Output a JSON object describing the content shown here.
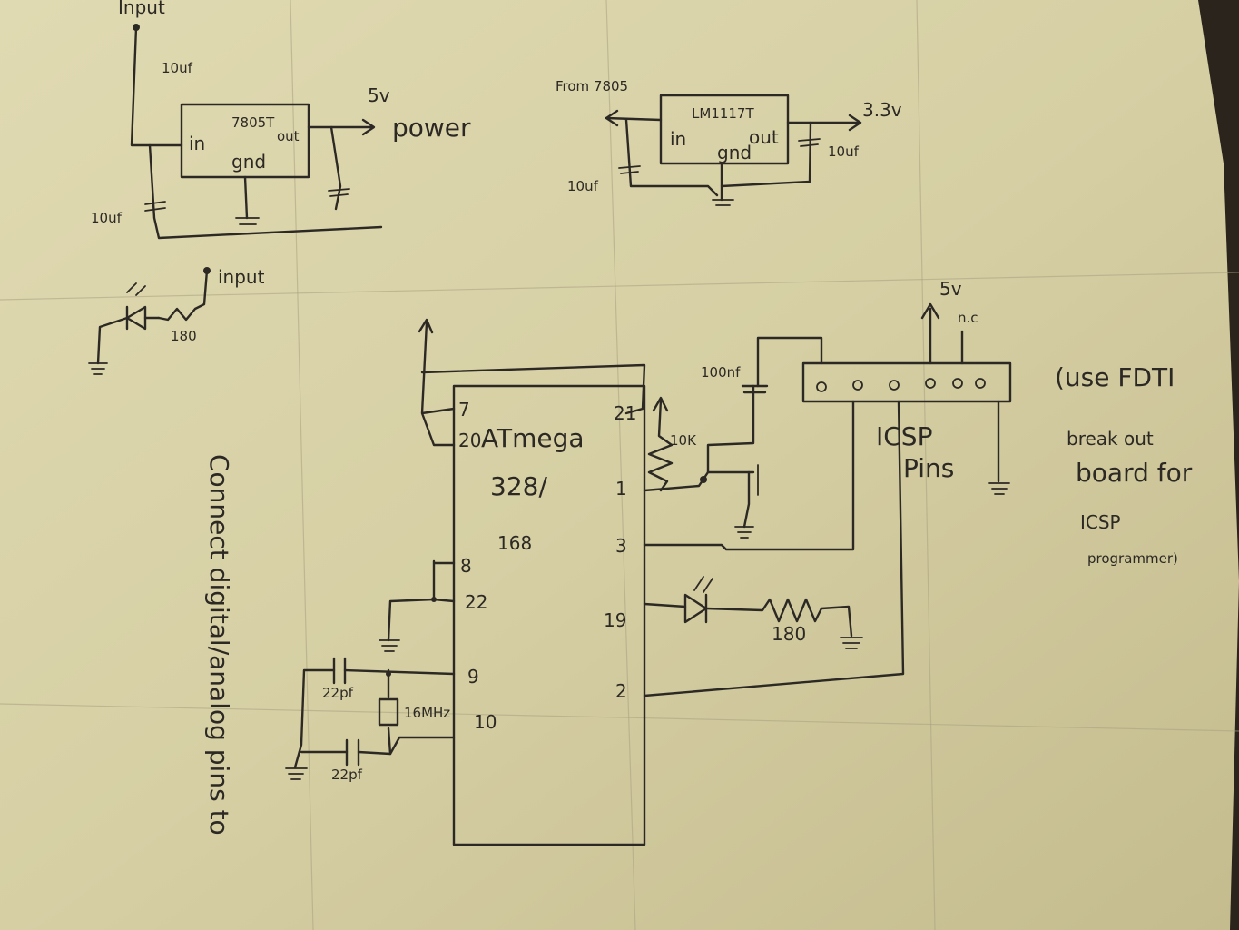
{
  "regulator_5v": {
    "input_label": "Input",
    "cap_top": "10uf",
    "chip": "7805T",
    "pin_in": "in",
    "pin_gnd": "gnd",
    "pin_out": "out",
    "output_voltage": "5v",
    "output_label": "power",
    "cap_bottom": "10uf"
  },
  "regulator_3v3": {
    "from_label": "From 7805",
    "chip": "LM1117T",
    "pin_in": "in",
    "pin_gnd": "gnd",
    "pin_out": "out",
    "output_voltage": "3.3v",
    "cap_left": "10uf",
    "cap_right": "10uf"
  },
  "power_led": {
    "input_label": "input",
    "resistor": "180"
  },
  "mcu": {
    "name": "ATmega",
    "model": "328/",
    "alt_model": "168",
    "pin_7": "7",
    "pin_20": "20",
    "pin_21": "21",
    "pin_8": "8",
    "pin_22": "22",
    "pin_9": "9",
    "pin_10": "10",
    "pin_1": "1",
    "pin_3": "3",
    "pin_19": "19",
    "pin_2": "2"
  },
  "crystal": {
    "cap_top": "22pf",
    "cap_bottom": "22pf",
    "freq": "16MHz"
  },
  "reset": {
    "resistor": "10K",
    "cap": "100nf"
  },
  "led_19": {
    "resistor": "180"
  },
  "icsp": {
    "vcc": "5v",
    "nc": "n.c",
    "label_1": "ICSP",
    "label_2": "Pins"
  },
  "note_right": [
    "(use FDTI",
    "break out",
    "board for",
    "ICSP",
    "programmer)"
  ],
  "note_left": "Connect digital/analog pins to"
}
